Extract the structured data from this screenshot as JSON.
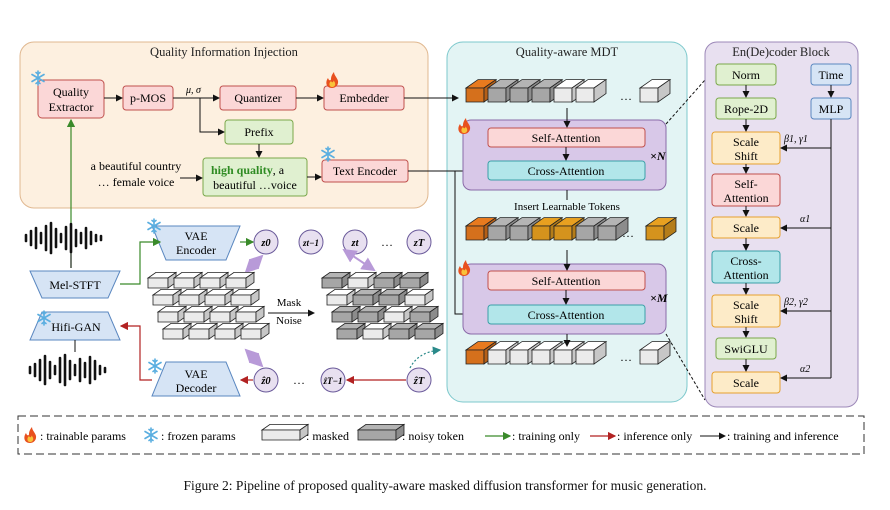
{
  "qii": {
    "title": "Quality Information Injection",
    "quality_extractor": [
      "Quality",
      "Extractor"
    ],
    "pmos": "p-MOS",
    "mu_sigma": "μ, σ",
    "quantizer": "Quantizer",
    "embedder": "Embedder",
    "prefix": "Prefix",
    "text_input": [
      "a beautiful country",
      "… female voice"
    ],
    "prompt_hq": "high quality",
    "prompt_rest1": ", a",
    "prompt_rest2": "beautiful …voice",
    "text_encoder": "Text Encoder"
  },
  "mdt": {
    "title": "Quality-aware MDT",
    "self_attention": "Self-Attention",
    "cross_attention": "Cross-Attention",
    "times_n": "×N",
    "times_m": "×M",
    "insert_tokens": "Insert Learnable Tokens",
    "dots": "…"
  },
  "block": {
    "title": "En(De)coder Block",
    "norm": "Norm",
    "time": "Time",
    "rope": "Rope-2D",
    "mlp": "MLP",
    "scale_shift": [
      "Scale",
      "Shift"
    ],
    "self_att": [
      "Self-",
      "Attention"
    ],
    "scale": "Scale",
    "cross_att": [
      "Cross-",
      "Attention"
    ],
    "swiglu": "SwiGLU",
    "beta1_gamma1": "β1, γ1",
    "alpha1": "α1",
    "beta2_gamma2": "β2, γ2",
    "alpha2": "α2"
  },
  "pipeline": {
    "mel_stft": "Mel-STFT",
    "hifi_gan": "Hifi-GAN",
    "vae_encoder": [
      "VAE",
      "Encoder"
    ],
    "vae_decoder": [
      "VAE",
      "Decoder"
    ],
    "z0": "z0",
    "zt1": "zt−1",
    "zt": "zt",
    "zT": "zT",
    "zh0": "ẑ0",
    "zhT1": "ẑT−1",
    "zhT": "ẑT",
    "dots": "…",
    "mask": "Mask",
    "noise": "Noise"
  },
  "legend": {
    "trainable": ": trainable params",
    "frozen": ": frozen params",
    "masked": ": masked",
    "noisy": ": noisy token",
    "training_only": ": training only",
    "inference_only": ": inference only",
    "both": ": training and inference"
  },
  "caption": "Figure 2: Pipeline of proposed quality-aware masked diffusion transformer for music generation.",
  "colors": {
    "qii_bg": "#fdf0e0",
    "mdt_bg": "#e3f4f4",
    "block_bg": "#e8e0f0",
    "red_box": "#fbd7d7",
    "red_border": "#c0504d",
    "green_box": "#e0f0d0",
    "green_border": "#7aa84a",
    "cyan_box": "#b2e6ea",
    "cyan_border": "#3aa0a8",
    "orange_box": "#fdebc8",
    "orange_border": "#e6a02e",
    "blue_box": "#d6e4f5",
    "blue_border": "#5a87c0",
    "token_orange": "#e87a1e",
    "token_gold": "#e8a020",
    "token_gray": "#b4b4b4",
    "train_arrow": "#3a8a2a",
    "infer_arrow": "#b22222"
  }
}
